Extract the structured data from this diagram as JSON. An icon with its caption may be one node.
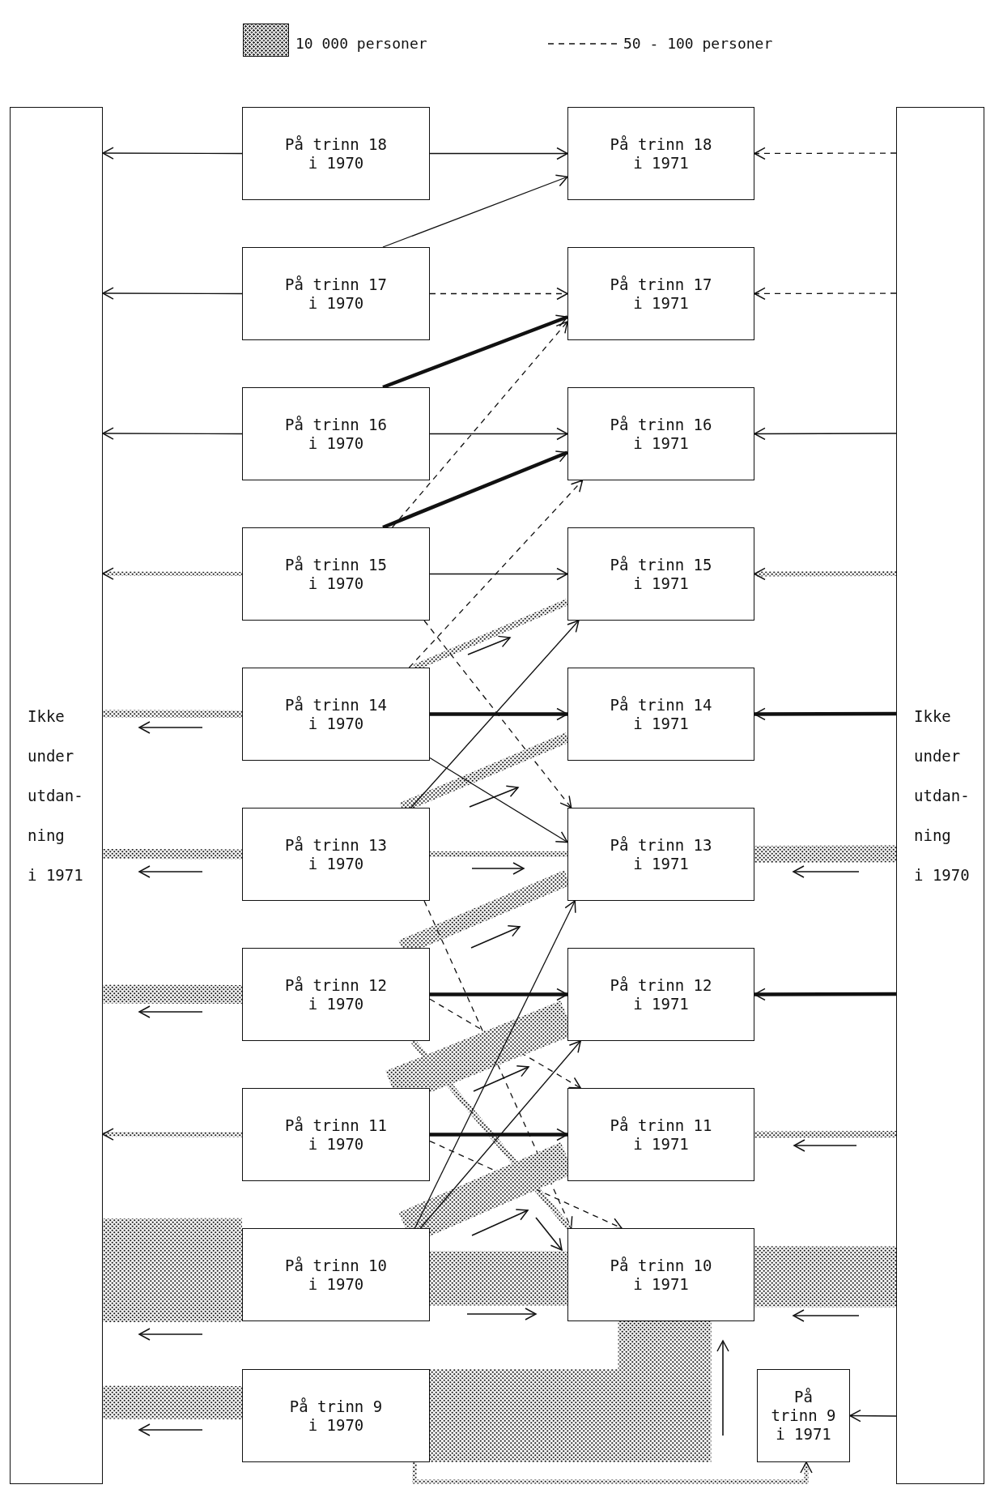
{
  "diagram": {
    "nodes": [
      {
        "text": [
          "Ikke under utdan- ning i 1971"
        ]
      },
      {
        "text": [
          "På trinn 18 i 1970"
        ]
      },
      {
        "text": [
          "På trinn 18 i 1971"
        ]
      },
      {
        "text": [
          "På trinn 17 i 1970"
        ]
      },
      {
        "text": [
          "På trinn 17 i 1971"
        ]
      },
      {
        "text": [
          "På trinn 16 i 1970"
        ]
      },
      {
        "text": [
          "På trinn 16 i 1971"
        ]
      },
      {
        "text": [
          "På trinn 15 i 1970"
        ]
      },
      {
        "text": [
          "På trinn 15 i 1971"
        ]
      },
      {
        "text": [
          "På trinn 14 i 1970"
        ]
      },
      {
        "text": [
          "På trinn 14 i 1971"
        ]
      },
      {
        "text": [
          "På trinn 13 i 1970"
        ]
      },
      {
        "text": [
          "På trinn 13 i 1971"
        ]
      },
      {
        "text": [
          "På trinn 12 i 1970"
        ]
      },
      {
        "text": [
          "På trinn 12 i 1971"
        ]
      },
      {
        "text": [
          "På trinn 11 i 1970"
        ]
      },
      {
        "text": [
          "På trinn 11 i 1971"
        ]
      },
      {
        "text": [
          "På trinn 10 i 1970"
        ]
      },
      {
        "text": [
          "På trinn 10 i 1971"
        ]
      },
      {
        "text": [
          "På trinn 9 i 1970"
        ]
      },
      {
        "text": [
          "På trinn 9 i 1971"
        ]
      },
      {
        "text": [
          "Ikke under utdan- ning i 1970"
        ]
      }
    ],
    "edges": [
      {
        "from": 1,
        "to": 0,
        "arrow": "to"
      },
      {
        "from": 1,
        "to": 2,
        "arrow": "to"
      },
      {
        "from": 21,
        "to": 2,
        "arrow": "to",
        "style": "dashed"
      },
      {
        "from": 3,
        "to": 2,
        "arrow": "to"
      },
      {
        "from": 3,
        "to": 0,
        "arrow": "to"
      },
      {
        "from": 3,
        "to": 4,
        "arrow": "to",
        "style": "dashed"
      },
      {
        "from": 21,
        "to": 4,
        "arrow": "to",
        "style": "dashed"
      },
      {
        "from": 5,
        "to": 0,
        "arrow": "to"
      },
      {
        "from": 5,
        "to": 6,
        "arrow": "to"
      },
      {
        "from": 21,
        "to": 6,
        "arrow": "to"
      },
      {
        "from": 5,
        "to": 4,
        "arrow": "to",
        "style": "thick"
      },
      {
        "from": 7,
        "to": 4,
        "arrow": "to",
        "style": "dashed"
      },
      {
        "from": 7,
        "to": 6,
        "arrow": "to",
        "style": "thick"
      },
      {
        "from": 7,
        "to": 0,
        "arrow": "to",
        "style": "thick"
      },
      {
        "from": 7,
        "to": 8,
        "arrow": "to"
      },
      {
        "from": 21,
        "to": 8,
        "arrow": "to",
        "style": "thick"
      },
      {
        "from": 9,
        "to": 6,
        "arrow": "to",
        "style": "dashed"
      },
      {
        "from": 9,
        "to": 8,
        "arrow": "none",
        "style": "thick"
      },
      {
        "from": 7,
        "to": 12,
        "arrow": "to",
        "style": "dashed"
      },
      {
        "from": 9,
        "to": 0,
        "arrow": "none",
        "style": "thick"
      },
      {
        "from": 9,
        "to": 10,
        "arrow": "to",
        "style": "thick"
      },
      {
        "from": 21,
        "to": 10,
        "arrow": "to",
        "style": "thick"
      },
      {
        "from": 11,
        "to": 10,
        "arrow": "none",
        "style": "thick"
      },
      {
        "from": 9,
        "to": 12,
        "arrow": "to"
      },
      {
        "from": 11,
        "to": 8,
        "arrow": "to"
      },
      {
        "from": 11,
        "to": 0,
        "arrow": "none",
        "style": "thick"
      },
      {
        "from": 11,
        "to": 12,
        "arrow": "none",
        "style": "thick"
      },
      {
        "from": 21,
        "to": 12,
        "arrow": "none",
        "style": "thick"
      },
      {
        "from": 13,
        "to": 12,
        "arrow": "none",
        "style": "thick"
      },
      {
        "from": 11,
        "to": 18,
        "arrow": "to",
        "style": "dashed"
      },
      {
        "from": 13,
        "to": 0,
        "arrow": "none",
        "style": "thick"
      },
      {
        "from": 13,
        "to": 14,
        "arrow": "to",
        "style": "thick"
      },
      {
        "from": 21,
        "to": 14,
        "arrow": "to",
        "style": "thick"
      },
      {
        "from": 13,
        "to": 16,
        "arrow": "to",
        "style": "dashed"
      },
      {
        "from": 15,
        "to": 14,
        "arrow": "none",
        "style": "thick"
      },
      {
        "from": 13,
        "to": 18,
        "arrow": "none",
        "style": "thick"
      },
      {
        "from": 15,
        "to": 0,
        "arrow": "to",
        "style": "thick"
      },
      {
        "from": 15,
        "to": 16,
        "arrow": "to",
        "style": "thick"
      },
      {
        "from": 21,
        "to": 16,
        "arrow": "none",
        "style": "thick"
      },
      {
        "from": 15,
        "to": 18,
        "arrow": "to",
        "style": "dashed"
      },
      {
        "from": 17,
        "to": 16,
        "arrow": "none",
        "style": "thick"
      },
      {
        "from": 17,
        "to": 14,
        "arrow": "to"
      },
      {
        "from": 17,
        "to": 12,
        "arrow": "to"
      },
      {
        "from": 17,
        "to": 0,
        "arrow": "none",
        "style": "thick"
      },
      {
        "from": 17,
        "to": 18,
        "arrow": "none",
        "style": "thick"
      },
      {
        "from": 21,
        "to": 18,
        "arrow": "none",
        "style": "thick"
      },
      {
        "from": 19,
        "to": 0,
        "arrow": "none",
        "style": "thick"
      },
      {
        "from": 19,
        "to": 18,
        "arrow": "none",
        "style": "thick"
      },
      {
        "from": 19,
        "to": 20,
        "arrow": "to",
        "style": "thick"
      },
      {
        "from": 21,
        "to": 20,
        "arrow": "to"
      }
    ],
    "legend": [
      {
        "text": "10 000 personer"
      },
      {
        "text": "50 - 100 personer"
      }
    ]
  }
}
